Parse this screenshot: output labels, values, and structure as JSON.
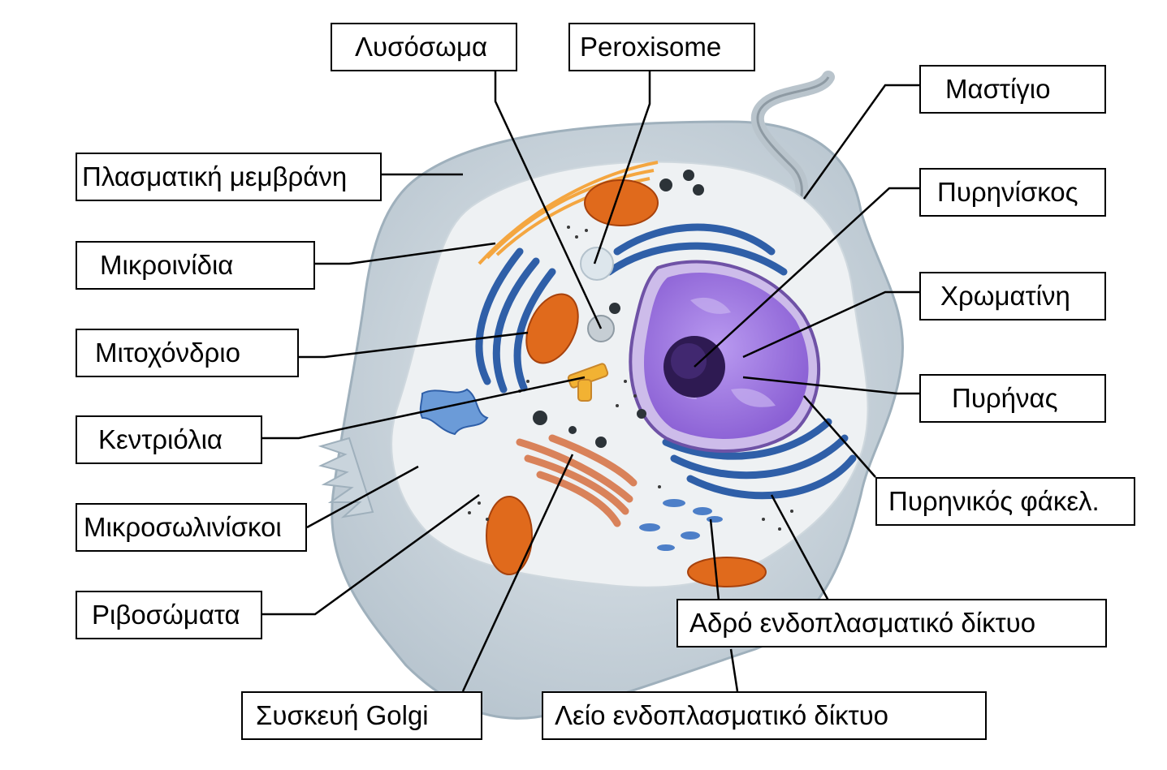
{
  "diagram": {
    "labels": {
      "lysosome": "Λυσόσωμα",
      "peroxisome": "Peroxisome",
      "flagellum": "Μαστίγιο",
      "plasma_membrane": "Πλασματική μεμβράνη",
      "nucleolus": "Πυρηνίσκος",
      "microfilaments": "Μικροινίδια",
      "chromatin": "Χρωματίνη",
      "mitochondrion": "Μιτοχόνδριο",
      "nucleus": "Πυρήνας",
      "centrioles": "Κεντριόλια",
      "nuclear_envelope": "Πυρηνικός φάκελ.",
      "microtubules": "Μικροσωλινίσκοι",
      "ribosomes": "Ριβοσώματα",
      "rough_er": "Αδρό ενδοπλασματικό δίκτυο",
      "golgi": "Συσκευή Golgi",
      "smooth_er": "Λείο ενδοπλασματικό δίκτυο"
    },
    "colors": {
      "membrane": "#c9d4dc",
      "cytoplasm": "#eef1f3",
      "nucleus": "#a67fe6",
      "nucleolus": "#2e1a52",
      "rough_er": "#2f5fa8",
      "mitochondrion": "#e06a1c",
      "golgi": "#d9825a",
      "centriole": "#f2b233",
      "microfilament": "#f4a640"
    }
  }
}
